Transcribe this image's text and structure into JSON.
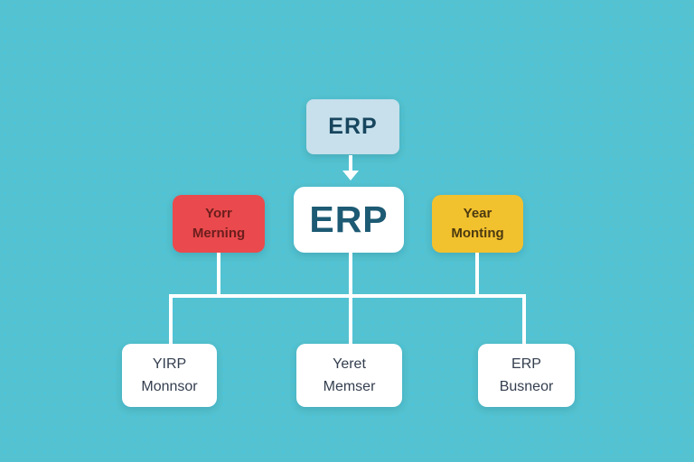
{
  "page": {
    "background_color": "#54c2d0",
    "connector_color": "#ffffff"
  },
  "nodes": {
    "root": {
      "label": "ERP",
      "fill": "#c7e0ec",
      "text_color": "#17465e"
    },
    "center": {
      "label": "ERP",
      "fill": "#ffffff",
      "text_color": "#1d5a73"
    },
    "left": {
      "line1": "Yorr",
      "line2": "Merning",
      "fill": "#ea4a4d",
      "text_color": "#6b1d1d"
    },
    "right": {
      "line1": "Year",
      "line2": "Monting",
      "fill": "#f2c12e",
      "text_color": "#4c3a10"
    },
    "child_left": {
      "line1": "YIRP",
      "line2": "Monnsor",
      "fill": "#ffffff",
      "text_color": "#333e4e"
    },
    "child_middle": {
      "line1": "Yeret",
      "line2": "Memser",
      "fill": "#ffffff",
      "text_color": "#333e4e"
    },
    "child_right": {
      "line1": "ERP",
      "line2": "Busneor",
      "fill": "#ffffff",
      "text_color": "#333e4e"
    }
  }
}
